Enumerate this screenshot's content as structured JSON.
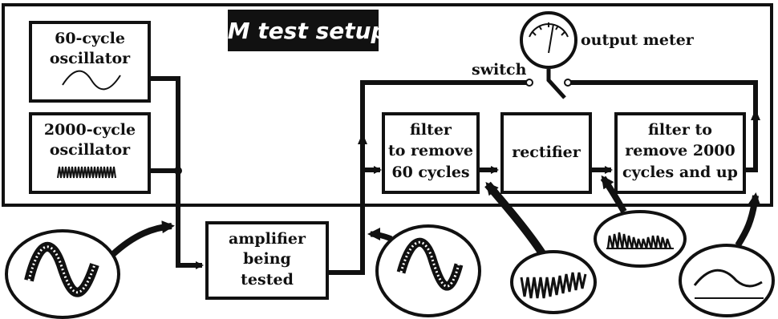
{
  "diagram": {
    "title": "IM test setup",
    "blocks": {
      "osc60": [
        "60-cycle",
        "oscillator"
      ],
      "osc2000": [
        "2000-cycle",
        "oscillator"
      ],
      "amplifier": [
        "amplifier",
        "being",
        "tested"
      ],
      "filter60": [
        "filter",
        "to remove",
        "60 cycles"
      ],
      "rectifier": [
        "rectifier"
      ],
      "filter2000": [
        "filter  to",
        "remove  2000",
        "cycles and up"
      ]
    },
    "labels": {
      "switch": "switch",
      "output_meter": "output meter"
    }
  }
}
